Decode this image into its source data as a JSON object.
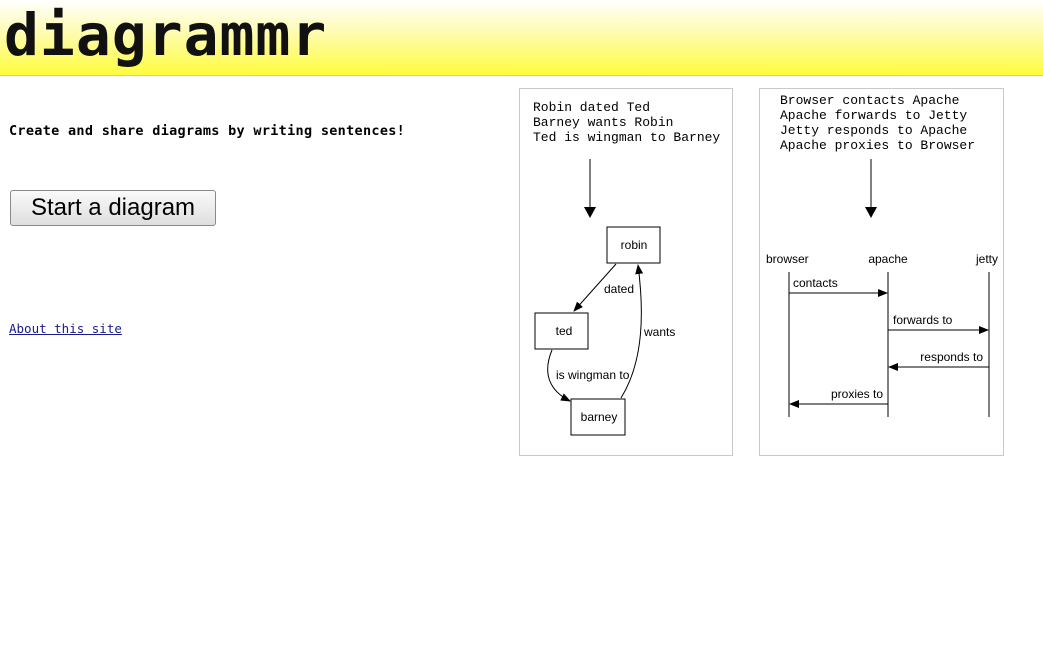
{
  "header": {
    "logo": "diagrammr"
  },
  "main": {
    "tagline": "Create and share diagrams by writing sentences!",
    "start_button": "Start a diagram",
    "about_link": "About this site"
  },
  "examples": [
    {
      "source_lines": [
        "Robin dated Ted",
        "Barney wants Robin",
        "Ted is wingman to Barney"
      ],
      "nodes": [
        "robin",
        "ted",
        "barney"
      ],
      "edges": [
        "dated",
        "wants",
        "is wingman to"
      ]
    },
    {
      "source_lines": [
        "Browser contacts Apache",
        "Apache forwards to Jetty",
        "Jetty responds to Apache",
        "Apache proxies to Browser"
      ],
      "participants": [
        "browser",
        "apache",
        "jetty"
      ],
      "messages": [
        "contacts",
        "forwards to",
        "responds to",
        "proxies to"
      ]
    }
  ]
}
